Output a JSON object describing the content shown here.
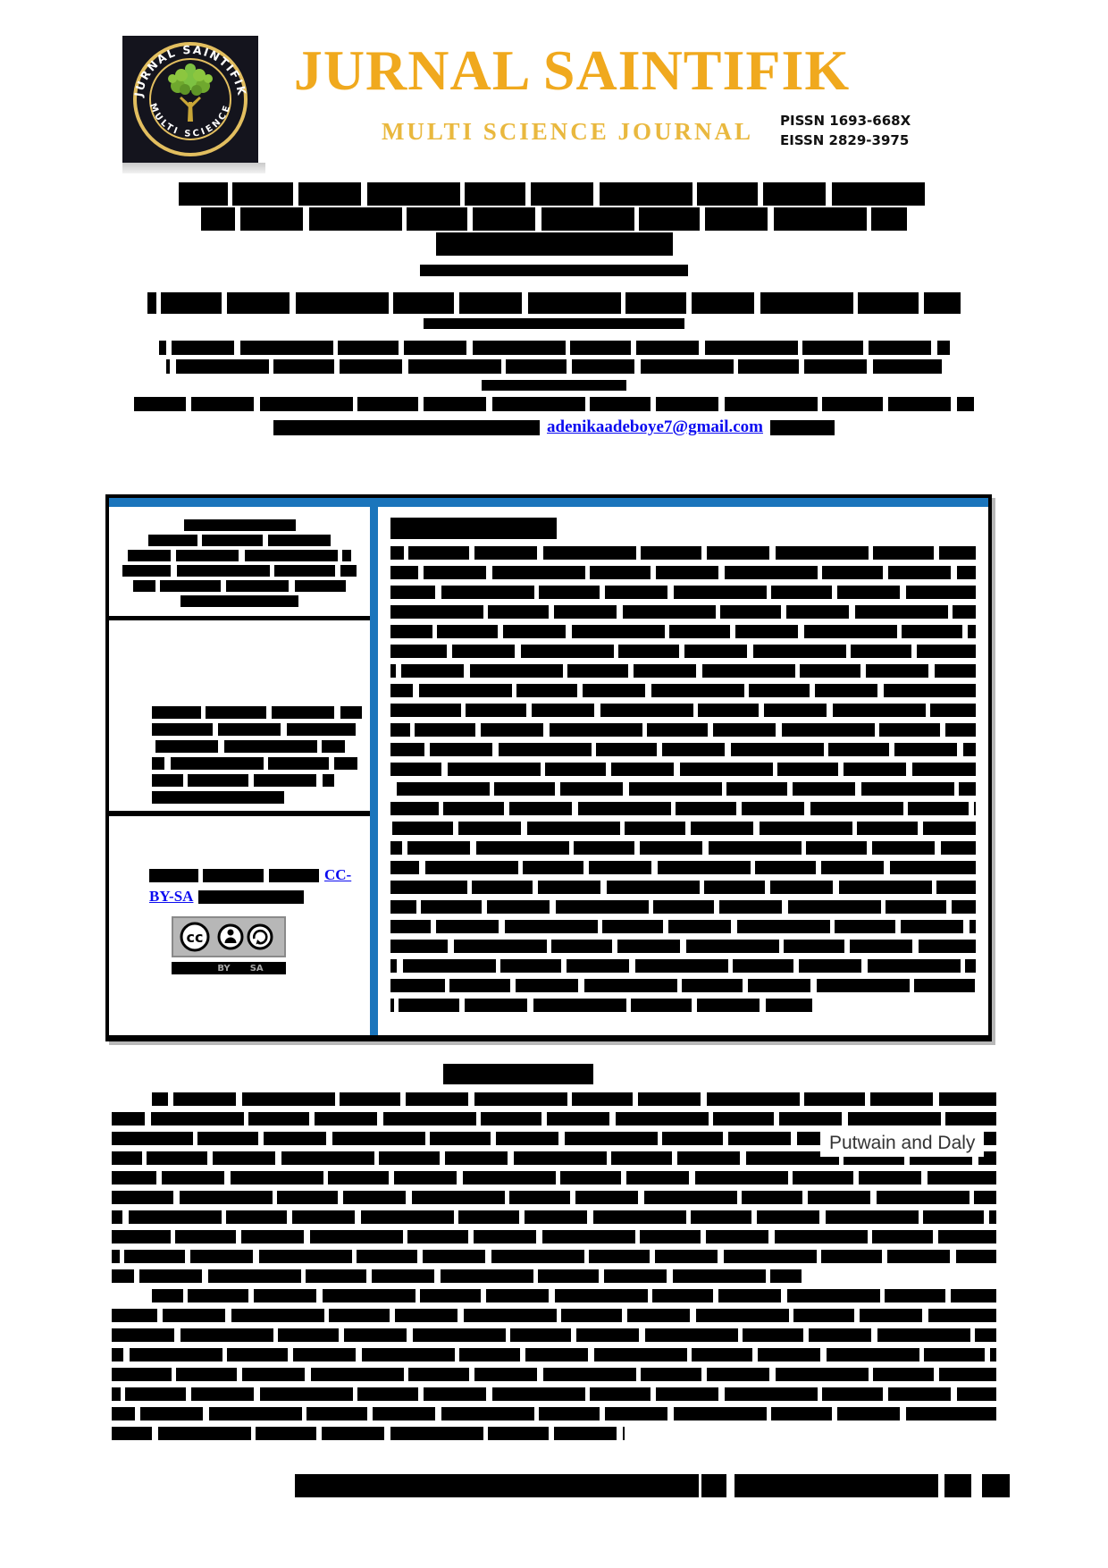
{
  "header": {
    "logo": {
      "arc_top": "JURNAL SAINTIFIK",
      "arc_bottom": "MULTI SCIENCE"
    },
    "title": "JURNAL SAINTIFIK",
    "subtitle": "MULTI SCIENCE JOURNAL",
    "pissn": "PISSN 1693-668X",
    "eissn": "EISSN 2829-3975"
  },
  "article": {
    "correspondence_email": "adenikaadeboye7@gmail.com"
  },
  "infobox": {
    "license": {
      "cc_link_text": "CC-",
      "by_sa_link_text": "BY-SA"
    },
    "cc_badge": {
      "cc_text": "cc",
      "by_label": "BY",
      "sa_label": "SA"
    }
  },
  "body": {
    "visible_fragment": "Putwain and Daly"
  },
  "colors": {
    "accent_blue": "#1B75BC",
    "brand_gold": "#F0A91E",
    "subtitle_gold": "#E9B83E",
    "link_blue": "#0B0BF0",
    "logo_background": "#14141D",
    "redaction": "#000000"
  }
}
